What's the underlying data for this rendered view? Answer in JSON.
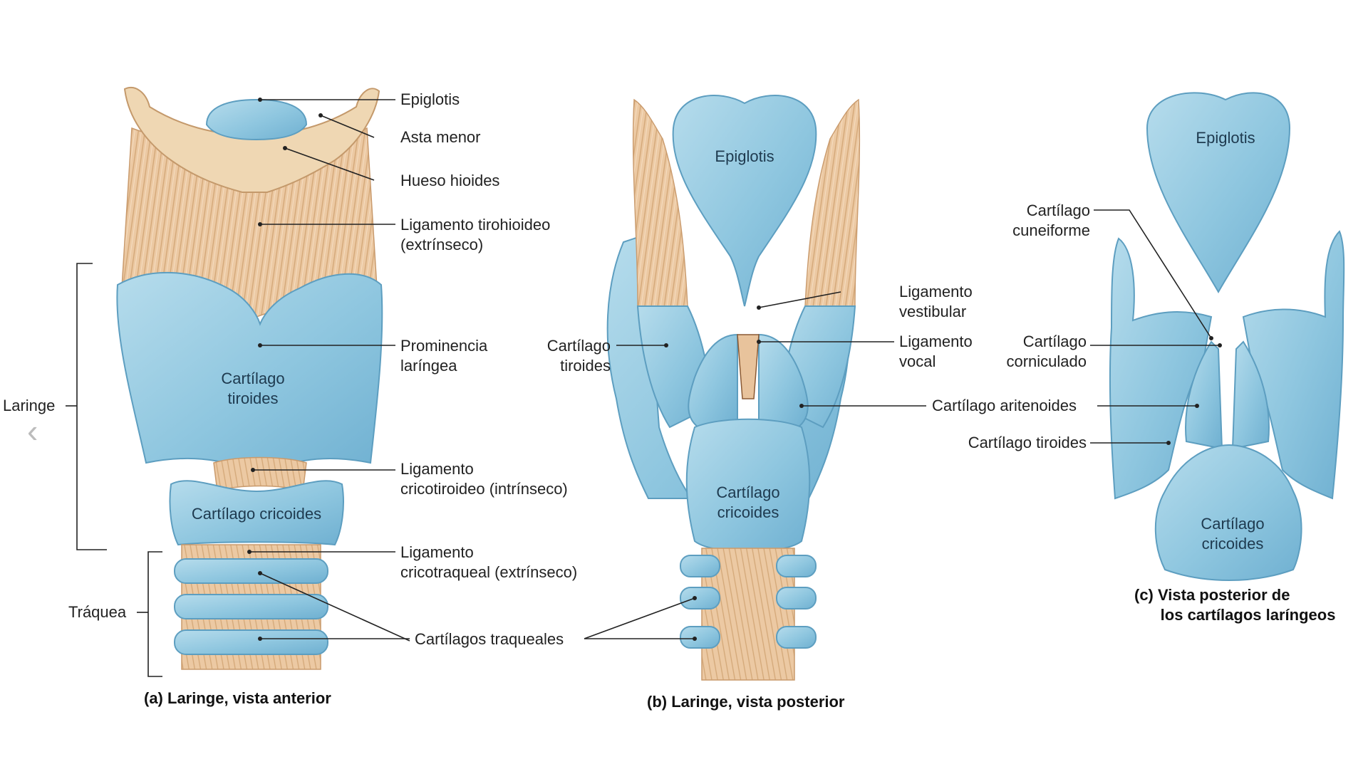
{
  "colors": {
    "cartilage": "#8fc7e0",
    "cartilage_light": "#b8deee",
    "cartilage_edge": "#5d9ec0",
    "muscle": "#e8c39c",
    "muscle_dark": "#c99a6c",
    "bone": "#efd7b3",
    "leader": "#222222"
  },
  "icons": {
    "nav": "chevron-left-icon"
  },
  "nav_glyph": "‹",
  "panel_a": {
    "caption": "(a) Laringe, vista anterior",
    "in_labels": {
      "thyroid": "Cartílago\ntiroides",
      "cricoid": "Cartílago cricoides"
    },
    "labels": {
      "epiglottis": "Epiglotis",
      "lesser_horn": "Asta menor",
      "hyoid": "Hueso hioides",
      "thyrohyoid": "Ligamento tirohioideo\n(extrínseco)",
      "prominence": "Prominencia\nlaríngea",
      "cricothyroid": "Ligamento\ncricotiroideo (intrínseco)",
      "cricotracheal": "Ligamento\ncricotraqueal (extrínseco)",
      "tracheal_cartilages": "Cartílagos traqueales"
    },
    "brackets": {
      "larynx": "Laringe",
      "trachea": "Tráquea"
    }
  },
  "panel_b": {
    "caption": "(b) Laringe, vista posterior",
    "in_labels": {
      "epiglottis": "Epiglotis",
      "cricoid": "Cartílago\ncricoides"
    },
    "labels": {
      "thyroid": "Cartílago\ntiroides",
      "vestibular": "Ligamento\nvestibular",
      "vocal": "Ligamento\nvocal",
      "arytenoid": "Cartílago aritenoides"
    }
  },
  "panel_c": {
    "caption": "(c) Vista posterior de\n      los cartílagos laríngeos",
    "in_labels": {
      "epiglottis": "Epiglotis",
      "cricoid": "Cartílago\ncricoides"
    },
    "labels": {
      "cuneiform": "Cartílago\ncuneiforme",
      "corniculate": "Cartílago\ncorniculado",
      "thyroid": "Cartílago tiroides"
    }
  }
}
